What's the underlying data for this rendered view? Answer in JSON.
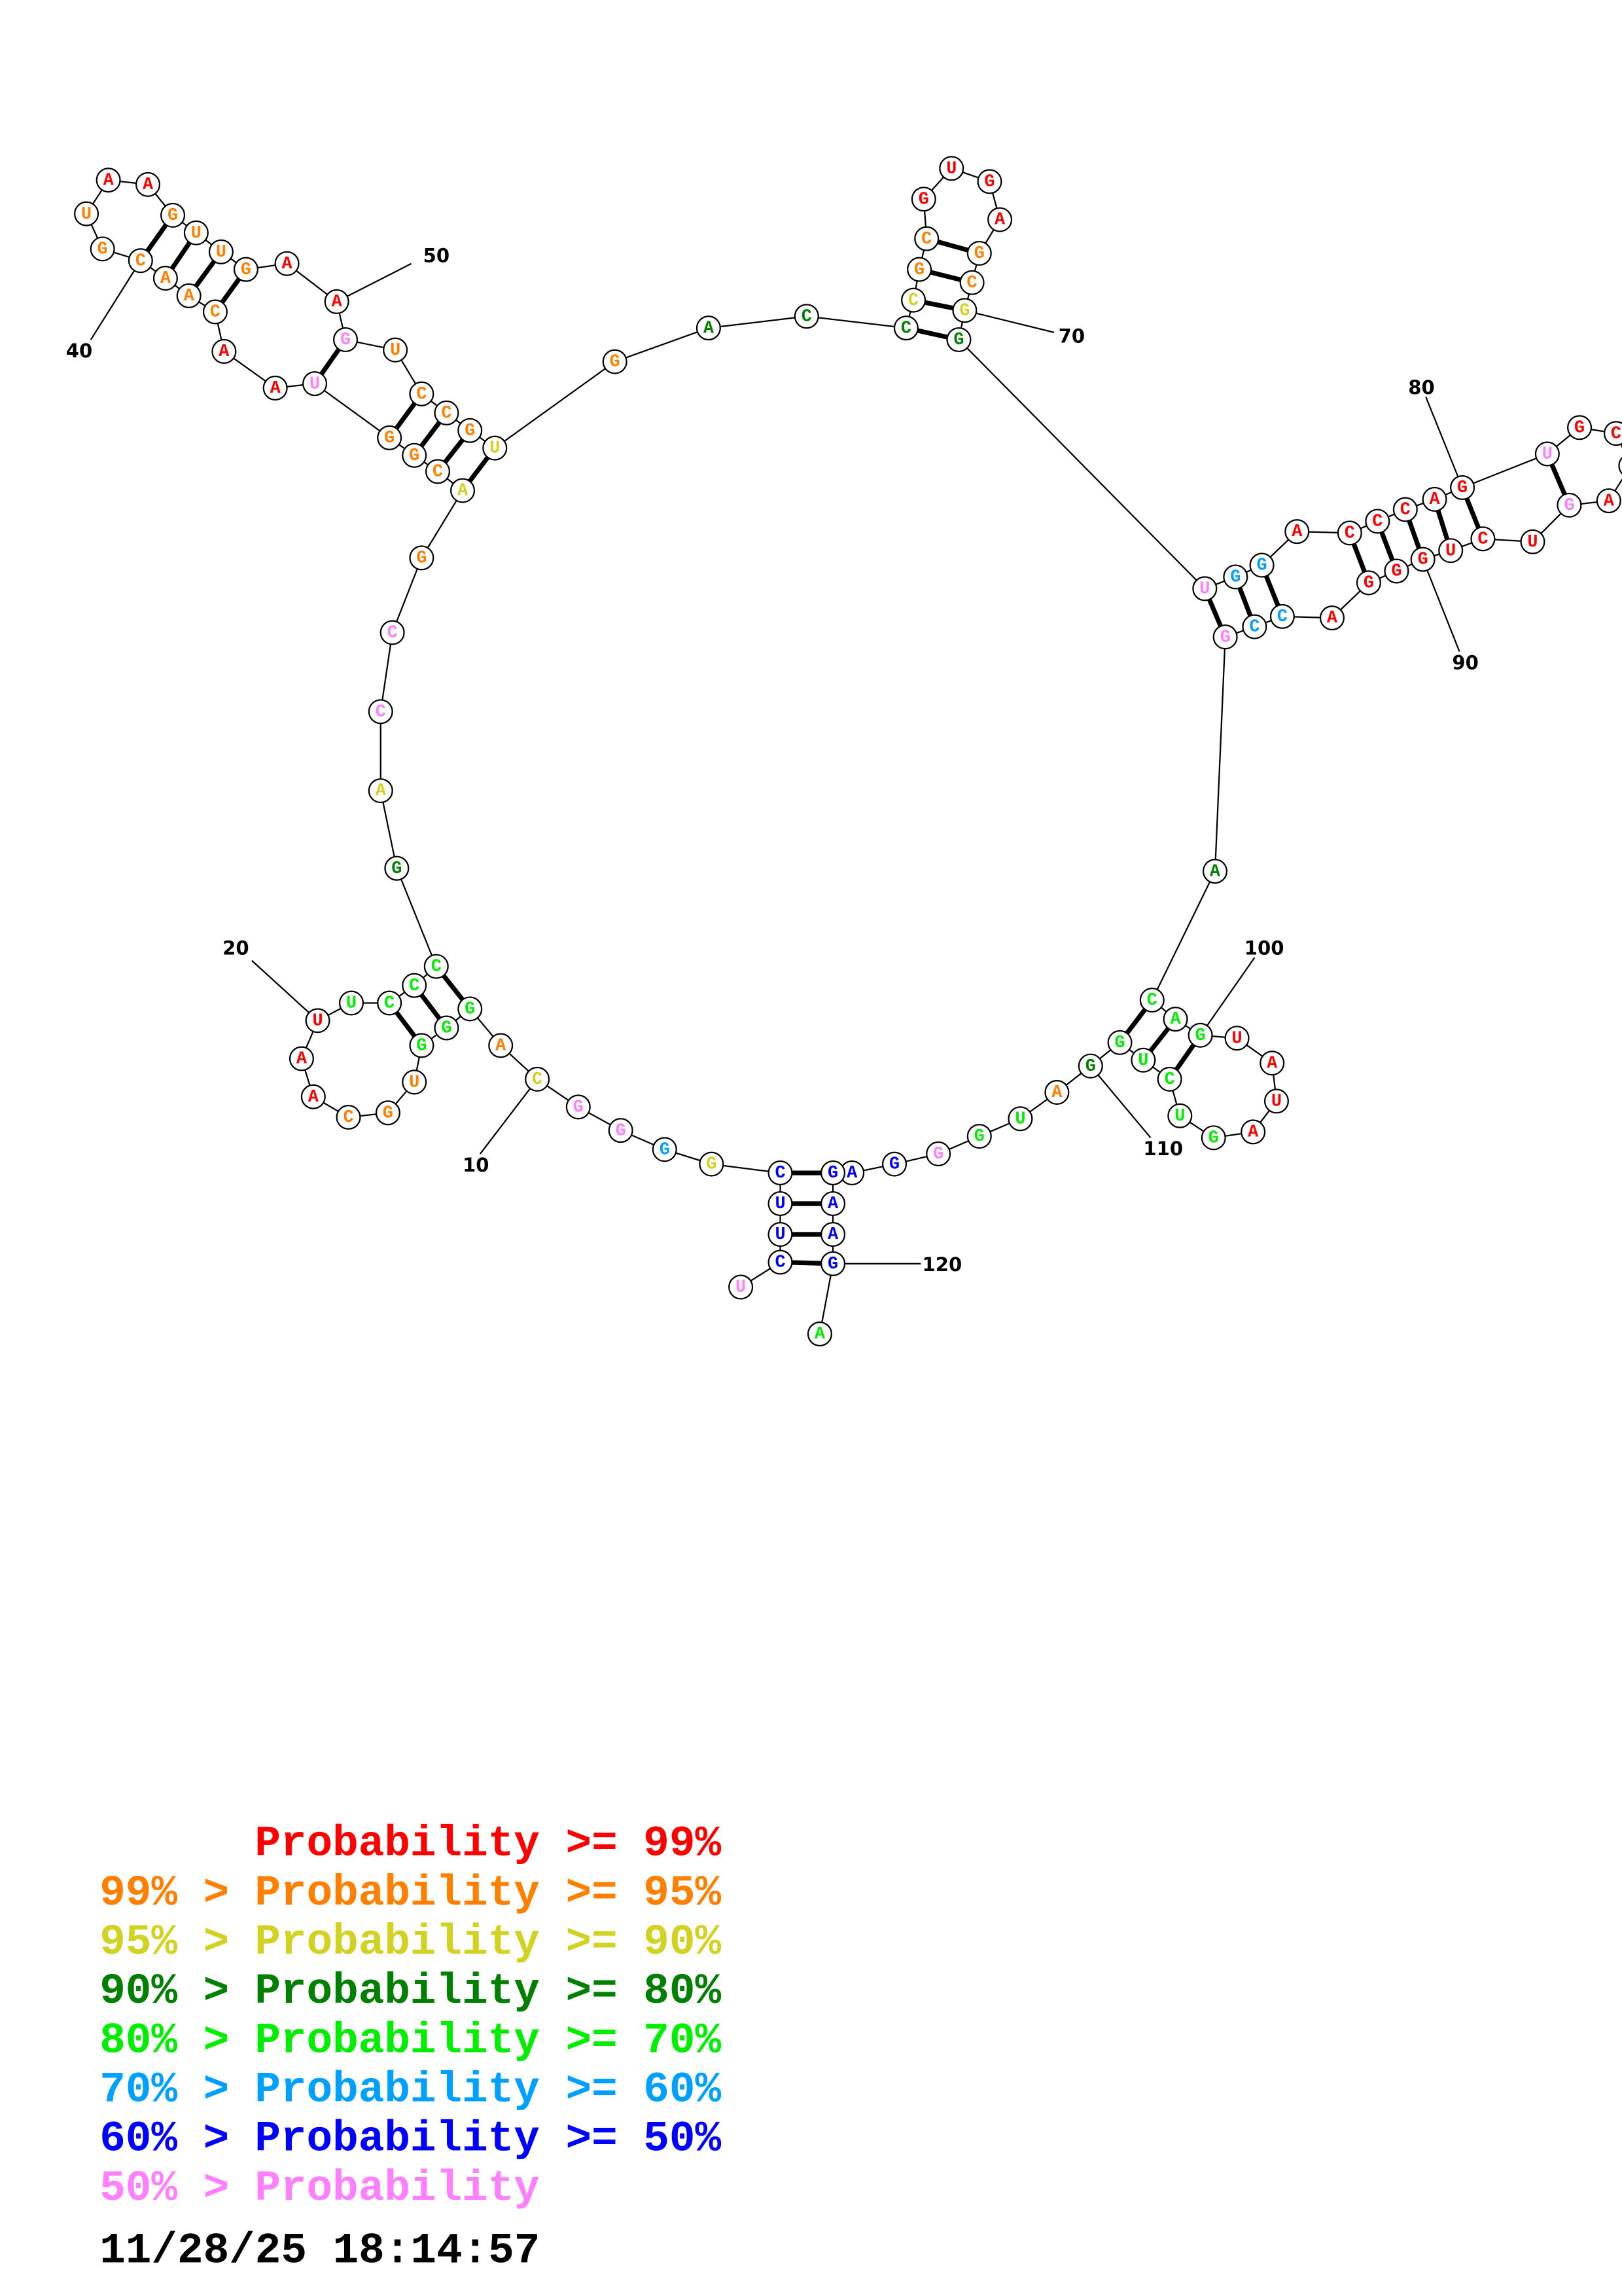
{
  "colors": {
    "p99": "#ff0000",
    "p95": "#ff8000",
    "p90": "#d2d222",
    "p80": "#008000",
    "p70": "#00ee00",
    "p60": "#00a0ff",
    "p50": "#0000ff",
    "plow": "#ff80ff",
    "text": "#000000"
  },
  "sequence": [
    {
      "base": "U",
      "cls": "plow"
    },
    {
      "base": "C",
      "cls": "p50"
    },
    {
      "base": "U",
      "cls": "p50"
    },
    {
      "base": "U",
      "cls": "p50"
    },
    {
      "base": "C",
      "cls": "p50"
    },
    {
      "base": "G",
      "cls": "p90"
    },
    {
      "base": "G",
      "cls": "p60"
    },
    {
      "base": "G",
      "cls": "plow"
    },
    {
      "base": "G",
      "cls": "plow"
    },
    {
      "base": "C",
      "cls": "p90"
    },
    {
      "base": "A",
      "cls": "p95"
    },
    {
      "base": "G",
      "cls": "p70"
    },
    {
      "base": "G",
      "cls": "p70"
    },
    {
      "base": "G",
      "cls": "p70"
    },
    {
      "base": "U",
      "cls": "p95"
    },
    {
      "base": "G",
      "cls": "p95"
    },
    {
      "base": "C",
      "cls": "p95"
    },
    {
      "base": "A",
      "cls": "p99"
    },
    {
      "base": "A",
      "cls": "p99"
    },
    {
      "base": "U",
      "cls": "p99"
    },
    {
      "base": "U",
      "cls": "p70"
    },
    {
      "base": "C",
      "cls": "p70"
    },
    {
      "base": "C",
      "cls": "p70"
    },
    {
      "base": "C",
      "cls": "p70"
    },
    {
      "base": "G",
      "cls": "p80"
    },
    {
      "base": "A",
      "cls": "p90"
    },
    {
      "base": "C",
      "cls": "plow"
    },
    {
      "base": "C",
      "cls": "plow"
    },
    {
      "base": "G",
      "cls": "p95"
    },
    {
      "base": "A",
      "cls": "p90"
    },
    {
      "base": "C",
      "cls": "p95"
    },
    {
      "base": "G",
      "cls": "p95"
    },
    {
      "base": "G",
      "cls": "p95"
    },
    {
      "base": "U",
      "cls": "plow"
    },
    {
      "base": "A",
      "cls": "p99"
    },
    {
      "base": "A",
      "cls": "p99"
    },
    {
      "base": "C",
      "cls": "p95"
    },
    {
      "base": "A",
      "cls": "p95"
    },
    {
      "base": "A",
      "cls": "p95"
    },
    {
      "base": "C",
      "cls": "p95"
    },
    {
      "base": "G",
      "cls": "p95"
    },
    {
      "base": "U",
      "cls": "p95"
    },
    {
      "base": "A",
      "cls": "p99"
    },
    {
      "base": "A",
      "cls": "p99"
    },
    {
      "base": "G",
      "cls": "p95"
    },
    {
      "base": "U",
      "cls": "p95"
    },
    {
      "base": "U",
      "cls": "p95"
    },
    {
      "base": "G",
      "cls": "p95"
    },
    {
      "base": "A",
      "cls": "p99"
    },
    {
      "base": "A",
      "cls": "p99"
    },
    {
      "base": "G",
      "cls": "plow"
    },
    {
      "base": "U",
      "cls": "p95"
    },
    {
      "base": "C",
      "cls": "p95"
    },
    {
      "base": "C",
      "cls": "p95"
    },
    {
      "base": "G",
      "cls": "p95"
    },
    {
      "base": "U",
      "cls": "p90"
    },
    {
      "base": "G",
      "cls": "p95"
    },
    {
      "base": "A",
      "cls": "p80"
    },
    {
      "base": "C",
      "cls": "p80"
    },
    {
      "base": "C",
      "cls": "p80"
    },
    {
      "base": "C",
      "cls": "p90"
    },
    {
      "base": "G",
      "cls": "p95"
    },
    {
      "base": "C",
      "cls": "p95"
    },
    {
      "base": "G",
      "cls": "p99"
    },
    {
      "base": "U",
      "cls": "p99"
    },
    {
      "base": "G",
      "cls": "p99"
    },
    {
      "base": "A",
      "cls": "p99"
    },
    {
      "base": "G",
      "cls": "p95"
    },
    {
      "base": "C",
      "cls": "p95"
    },
    {
      "base": "G",
      "cls": "p90"
    },
    {
      "base": "G",
      "cls": "p80"
    },
    {
      "base": "U",
      "cls": "plow"
    },
    {
      "base": "G",
      "cls": "p60"
    },
    {
      "base": "G",
      "cls": "p60"
    },
    {
      "base": "A",
      "cls": "p99"
    },
    {
      "base": "C",
      "cls": "p99"
    },
    {
      "base": "C",
      "cls": "p99"
    },
    {
      "base": "C",
      "cls": "p99"
    },
    {
      "base": "A",
      "cls": "p99"
    },
    {
      "base": "G",
      "cls": "p99"
    },
    {
      "base": "U",
      "cls": "plow"
    },
    {
      "base": "G",
      "cls": "p99"
    },
    {
      "base": "C",
      "cls": "p99"
    },
    {
      "base": "",
      "cls": "p99"
    },
    {
      "base": "A",
      "cls": "p99"
    },
    {
      "base": "G",
      "cls": "plow"
    },
    {
      "base": "U",
      "cls": "p99"
    },
    {
      "base": "C",
      "cls": "p99"
    },
    {
      "base": "U",
      "cls": "p99"
    },
    {
      "base": "G",
      "cls": "p99"
    },
    {
      "base": "G",
      "cls": "p99"
    },
    {
      "base": "G",
      "cls": "p99"
    },
    {
      "base": "A",
      "cls": "p99"
    },
    {
      "base": "C",
      "cls": "p60"
    },
    {
      "base": "C",
      "cls": "p60"
    },
    {
      "base": "G",
      "cls": "plow"
    },
    {
      "base": "A",
      "cls": "p80"
    },
    {
      "base": "C",
      "cls": "p70"
    },
    {
      "base": "A",
      "cls": "p70"
    },
    {
      "base": "G",
      "cls": "p70"
    },
    {
      "base": "U",
      "cls": "p99"
    },
    {
      "base": "A",
      "cls": "p99"
    },
    {
      "base": "U",
      "cls": "p99"
    },
    {
      "base": "A",
      "cls": "p99"
    },
    {
      "base": "G",
      "cls": "p70"
    },
    {
      "base": "U",
      "cls": "p70"
    },
    {
      "base": "C",
      "cls": "p70"
    },
    {
      "base": "U",
      "cls": "p70"
    },
    {
      "base": "G",
      "cls": "p70"
    },
    {
      "base": "G",
      "cls": "p80"
    },
    {
      "base": "A",
      "cls": "p95"
    },
    {
      "base": "U",
      "cls": "p70"
    },
    {
      "base": "G",
      "cls": "p70"
    },
    {
      "base": "G",
      "cls": "plow"
    },
    {
      "base": "G",
      "cls": "p50"
    },
    {
      "base": "A",
      "cls": "p50"
    },
    {
      "base": "G",
      "cls": "p50"
    },
    {
      "base": "A",
      "cls": "p50"
    },
    {
      "base": "A",
      "cls": "p50"
    },
    {
      "base": "G",
      "cls": "p50"
    },
    {
      "base": "A",
      "cls": "p70"
    }
  ],
  "position_labels": [
    "10",
    "20",
    "40",
    "50",
    "70",
    "80",
    "90",
    "100",
    "110",
    "120"
  ],
  "legend": [
    {
      "prefix": "",
      "text": "Probability >= 99%",
      "cls": "p99"
    },
    {
      "prefix": "99% >",
      "text": "Probability >= 95%",
      "cls": "p95"
    },
    {
      "prefix": "95% >",
      "text": "Probability >= 90%",
      "cls": "p90"
    },
    {
      "prefix": "90% >",
      "text": "Probability >= 80%",
      "cls": "p80"
    },
    {
      "prefix": "80% >",
      "text": "Probability >= 70%",
      "cls": "p70"
    },
    {
      "prefix": "70% >",
      "text": "Probability >= 60%",
      "cls": "p60"
    },
    {
      "prefix": "60% >",
      "text": "Probability >= 50%",
      "cls": "p50"
    },
    {
      "prefix": "50% >",
      "text": "Probability",
      "cls": "plow"
    }
  ],
  "timestamp": "11/28/25 18:14:57"
}
